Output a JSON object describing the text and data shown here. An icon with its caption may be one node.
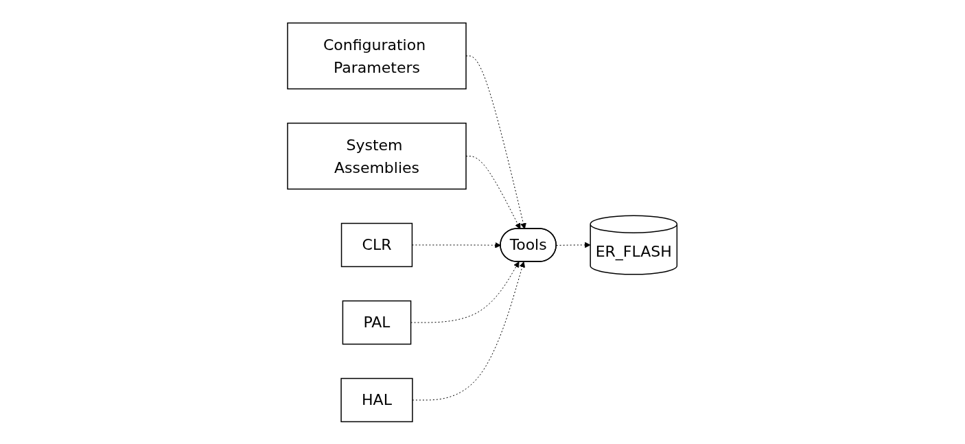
{
  "diagram": {
    "nodes": [
      {
        "text": [
          "Configuration Parameters"
        ]
      },
      {
        "text": [
          "System Assemblies"
        ]
      },
      {
        "text": [
          "CLR"
        ]
      },
      {
        "text": [
          "PAL"
        ]
      },
      {
        "text": [
          "HAL"
        ]
      },
      {
        "text": [
          "Tools"
        ]
      },
      {
        "text": [
          "ER_FLASH"
        ]
      }
    ],
    "edges": [
      {
        "from": 0,
        "to": 5,
        "arrow": "to",
        "style": "dashed"
      },
      {
        "from": 1,
        "to": 5,
        "arrow": "to",
        "style": "dashed"
      },
      {
        "from": 2,
        "to": 5,
        "arrow": "to",
        "style": "dashed"
      },
      {
        "from": 3,
        "to": 5,
        "arrow": "to",
        "style": "dashed"
      },
      {
        "from": 4,
        "to": 5,
        "arrow": "to",
        "style": "dashed"
      },
      {
        "from": 5,
        "to": 6,
        "arrow": "to",
        "style": "dashed"
      }
    ]
  }
}
